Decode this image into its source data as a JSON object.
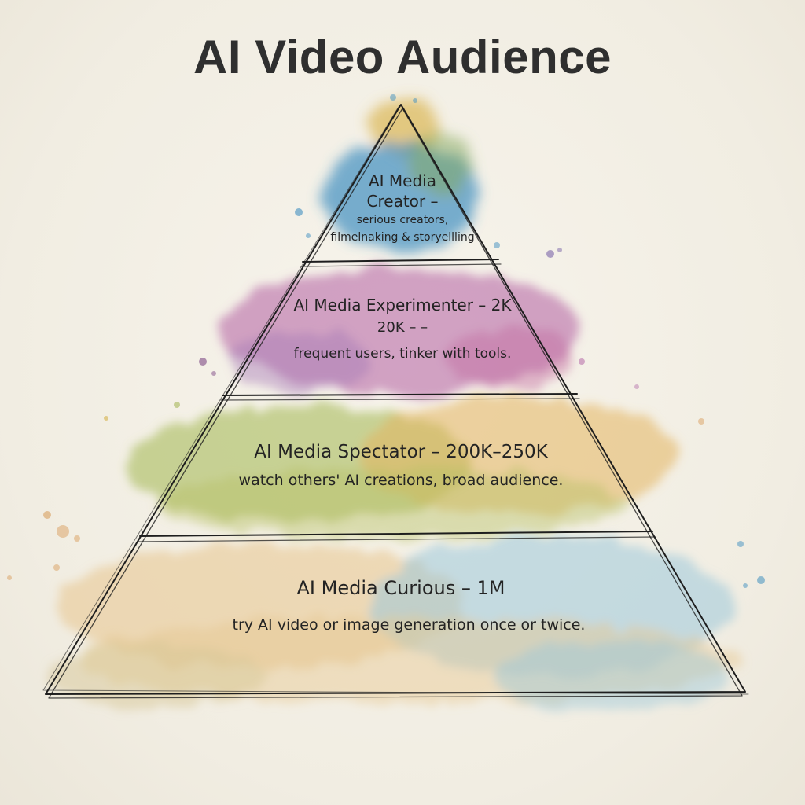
{
  "title": "AI Video Audience",
  "tiers": [
    {
      "id": "creator",
      "line1": "AI Media",
      "line2": "Creator –",
      "line3": "serious creators,",
      "line4": "filmelnaking & storyellling",
      "color": "#3f8fc0",
      "color2": "#d4b04a"
    },
    {
      "id": "experimenter",
      "line1": "AI Media Experimenter – 2K",
      "line2": "20K – –",
      "line3": "frequent users, tinker with tools.",
      "color": "#b46aa8"
    },
    {
      "id": "spectator",
      "line1": "AI Media Spectator – 200K–250K",
      "line2": "watch others' AI creations, broad audience.",
      "color": "#a8b85a",
      "color2": "#e0b45c"
    },
    {
      "id": "curious",
      "line1": "AI Media Curious – 1M",
      "line2": "try AI video or image generation once or twice.",
      "color": "#e8c890",
      "color2": "#9cc8d8"
    }
  ]
}
